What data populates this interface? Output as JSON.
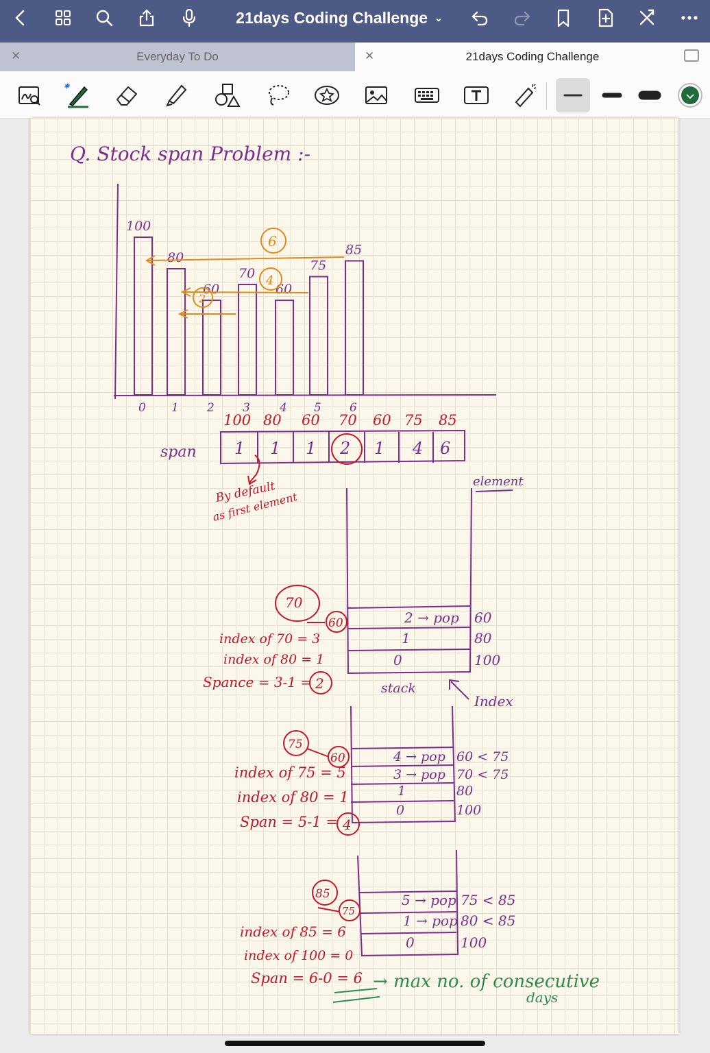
{
  "topbar": {
    "title": "21days Coding Challenge",
    "icons": [
      "back-icon",
      "grid-icon",
      "search-icon",
      "share-icon",
      "microphone-icon",
      "undo-icon",
      "redo-icon",
      "bookmark-icon",
      "add-page-icon",
      "close-x-icon",
      "more-icon"
    ]
  },
  "tabs": [
    {
      "label": "Everyday To Do",
      "active": false
    },
    {
      "label": "21days Coding Challenge",
      "active": true
    }
  ],
  "toolbar": {
    "tools": [
      "handwriting-search-icon",
      "pen-icon",
      "eraser-icon",
      "highlighter-icon",
      "shapes-icon",
      "lasso-icon",
      "sticker-icon",
      "image-icon",
      "keyboard-icon",
      "text-icon",
      "laser-pointer-icon"
    ],
    "widths": [
      "thin",
      "medium",
      "thick"
    ],
    "colors": {
      "pen_green": "#1f6b3a",
      "purple": "#7b2e8c",
      "red": "#c4172b",
      "orange": "#e08a1a",
      "green": "#2f8a4e",
      "accent": "#4e5a86"
    }
  },
  "notes": {
    "title": "Q. Stock span Problem :-",
    "bar_labels": [
      "100",
      "80",
      "60",
      "70",
      "60",
      "75",
      "85"
    ],
    "axis_ticks": [
      "0",
      "1",
      "2",
      "3",
      "4",
      "5",
      "6"
    ],
    "span_arrows": [
      "6",
      "4",
      "2"
    ],
    "prices_row": [
      "100",
      "80",
      "60",
      "70",
      "60",
      "75",
      "85"
    ],
    "span_label": "span",
    "span_values": [
      "1",
      "1",
      "1",
      "2",
      "1",
      "4",
      "6"
    ],
    "default_note_1": "By default",
    "default_note_2": "as first element",
    "element_label": "element",
    "stack_label": "stack",
    "index_label": "Index",
    "step1": {
      "current": "70",
      "top": "60",
      "lines": [
        "index of 70 = 3",
        "index of 80 = 1",
        "Spance = 3-1 ="
      ],
      "result": "2",
      "stack": [
        "2 → pop",
        "1",
        "0"
      ],
      "elements": [
        "60",
        "80",
        "100"
      ]
    },
    "step2": {
      "current": "75",
      "top": "60",
      "lines": [
        "index of 75 = 5",
        "index of 80 = 1",
        "Span = 5-1 ="
      ],
      "result": "4",
      "stack": [
        "4 → pop",
        "3 → pop",
        "1",
        "0"
      ],
      "elements": [
        "60 < 75",
        "70 < 75",
        "80",
        "100"
      ]
    },
    "step3": {
      "current": "85",
      "top": "75",
      "lines": [
        "index of 85 = 6",
        "index of 100 = 0",
        "Span = 6-0 = 6"
      ],
      "stack": [
        "5 → pop",
        "1 → pop",
        "0"
      ],
      "elements": [
        "75 < 85",
        "80 < 85",
        "100"
      ],
      "conclusion": "→ max no. of consecutive",
      "conclusion2": "days"
    }
  }
}
